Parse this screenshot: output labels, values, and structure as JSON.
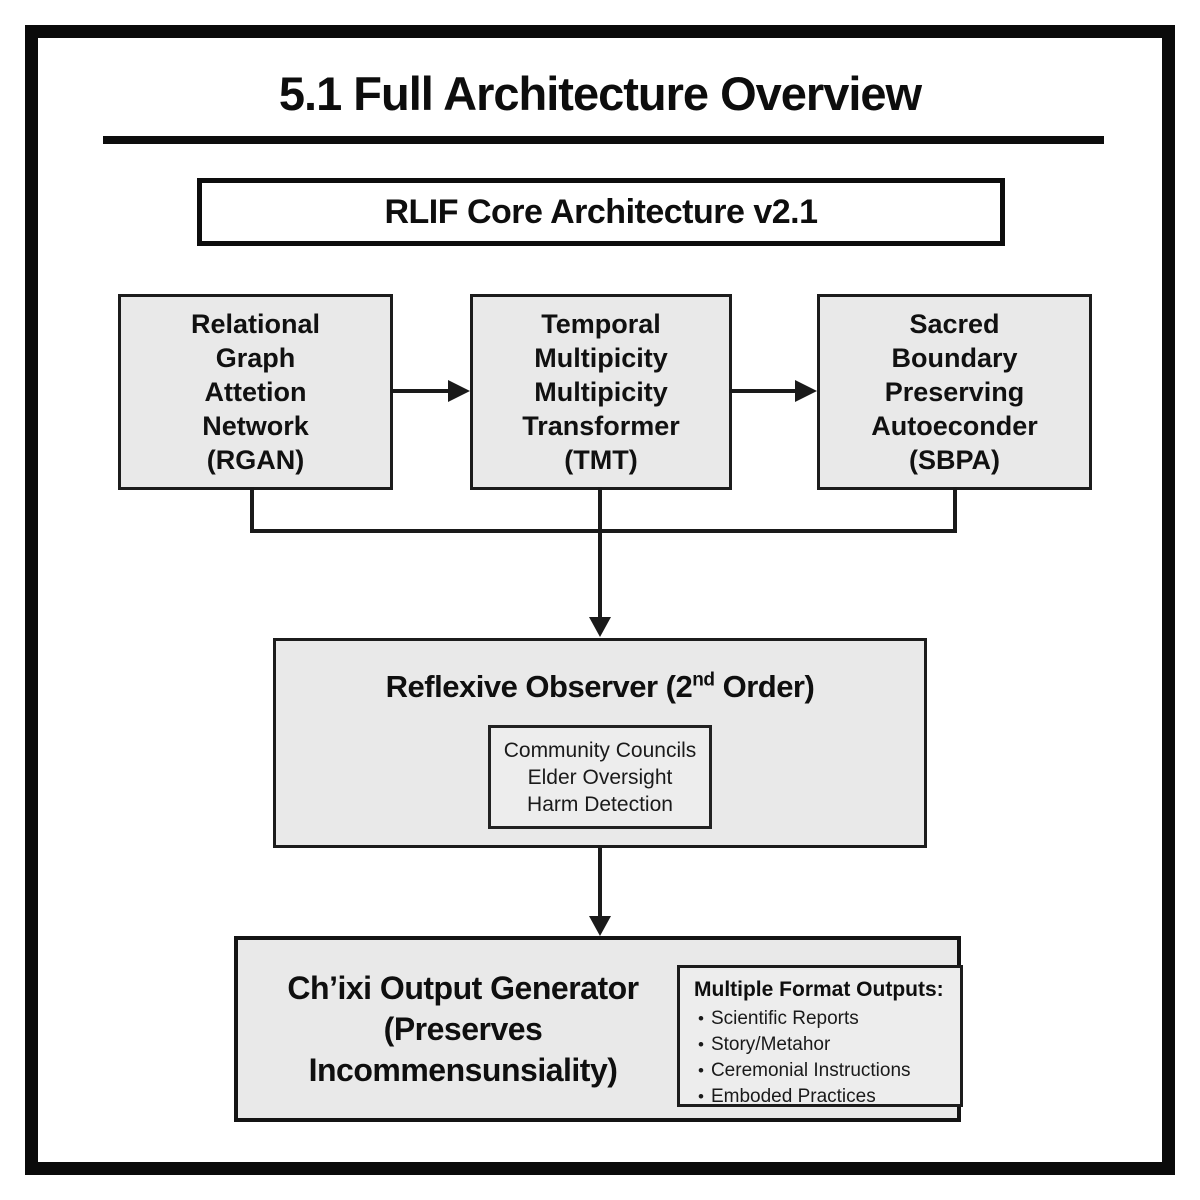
{
  "title": "5.1 Full Architecture Overview",
  "subtitle_box": "RLIF Core Architecture v2.1",
  "top_row": [
    {
      "id": "rgan",
      "lines": [
        "Relational",
        "Graph",
        "Attetion",
        "Network",
        "(RGAN)"
      ]
    },
    {
      "id": "tmt",
      "lines": [
        "Temporal",
        "Multipicity",
        "Multipicity",
        "Transformer",
        "(TMT)"
      ]
    },
    {
      "id": "sbpa",
      "lines": [
        "Sacred",
        "Boundary",
        "Preserving",
        "Autoeconder",
        "(SBPA)"
      ]
    }
  ],
  "reflexive": {
    "title_prefix": "Reflexive Observer (2",
    "title_sup": "nd",
    "title_suffix": " Order)",
    "inner_lines": [
      "Community Councils",
      "Elder Oversight",
      "Harm Detection"
    ]
  },
  "output": {
    "lines": [
      "Ch’ixi Output Generator",
      "(Preserves",
      "Incommensunsiality)"
    ],
    "panel_title": "Multiple Format Outputs:",
    "bullet_glyph": "•",
    "bullets": [
      "Scientific Reports",
      "Story/Metahor",
      "Ceremonial Instructions",
      "Emboded Practices"
    ]
  },
  "colors": {
    "background": "#ffffff",
    "stroke": "#1a1a1a",
    "frame": "#0a0a0a",
    "box_fill": "#e9e9e9",
    "inner_fill": "#ededed",
    "text": "#0e0e0e"
  }
}
